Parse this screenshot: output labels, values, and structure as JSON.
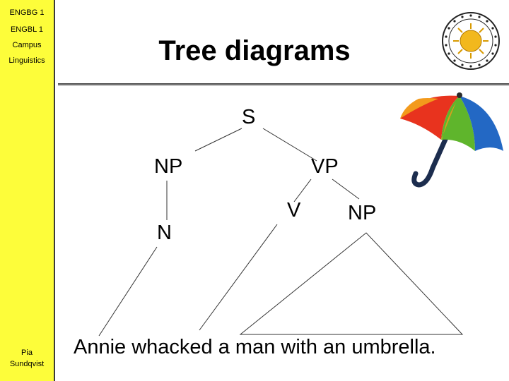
{
  "sidebar": {
    "line1": "ENGBG 1",
    "line2": "ENGBL 1",
    "line3": "Campus",
    "line4": "Linguistics",
    "author1": "Pia",
    "author2": "Sundqvist"
  },
  "slide": {
    "title": "Tree diagrams",
    "sentence": "Annie whacked a man with an umbrella."
  },
  "tree": {
    "s": "S",
    "np_subject": "NP",
    "vp": "VP",
    "n": "N",
    "v": "V",
    "np_object": "NP"
  },
  "icons": [
    "university-seal-icon",
    "umbrella-icon"
  ],
  "colors": {
    "sidebar_bg": "#fdfd3a",
    "line": "#444444",
    "umbrella_red": "#e8331e",
    "umbrella_orange": "#f39a1c",
    "umbrella_green": "#5fb52c",
    "umbrella_blue": "#2368c4",
    "umbrella_handle": "#1c2d4e"
  }
}
